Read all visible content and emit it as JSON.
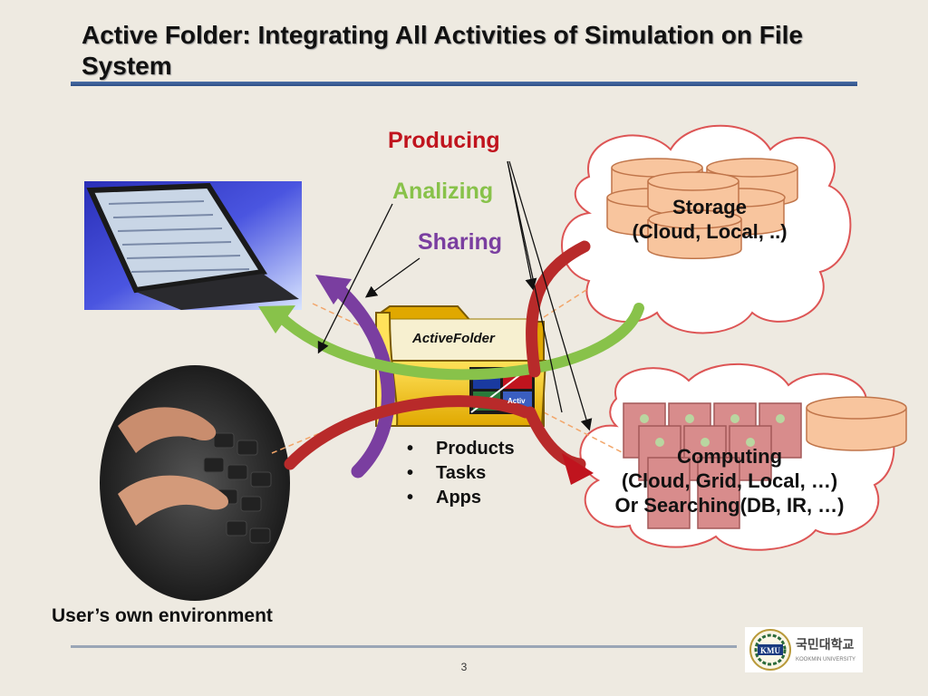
{
  "slide": {
    "title": "Active Folder: Integrating All Activities of Simulation on File System",
    "page_number": "3"
  },
  "labels": {
    "producing": "Producing",
    "analizing": "Analizing",
    "sharing": "Sharing"
  },
  "folder": {
    "label": "ActiveFolder",
    "inner_label": "Activ"
  },
  "storage": {
    "line1": "Storage",
    "line2": "(Cloud, Local, ..)"
  },
  "computing": {
    "line1": "Computing",
    "line2": "(Cloud, Grid, Local, …)",
    "line3": "Or Searching(DB, IR, …)"
  },
  "folder_contents": [
    "Products",
    "Tasks",
    "Apps"
  ],
  "user_env": "User’s own environment",
  "logo": {
    "badge": "KMU",
    "name": "국민대학교",
    "sub": "KOOKMIN UNIVERSITY"
  },
  "colors": {
    "producing": "#c0141e",
    "analizing": "#88c24a",
    "sharing": "#7a3ea0",
    "title_rule": "#3a5e96"
  }
}
